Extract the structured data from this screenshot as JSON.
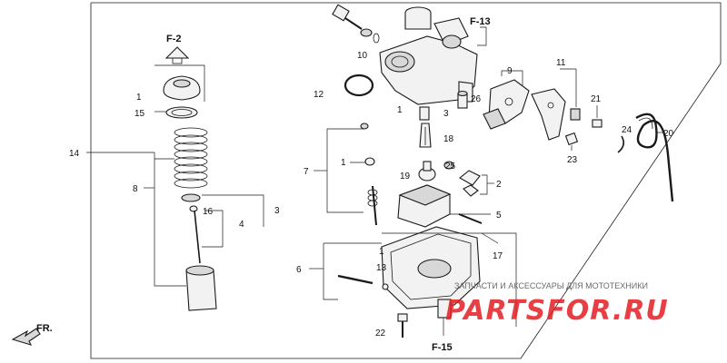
{
  "references": {
    "f2": "F-2",
    "f13": "F-13",
    "f15": "F-15",
    "front": "FR."
  },
  "callouts": [
    "1",
    "15",
    "14",
    "8",
    "16",
    "3",
    "4",
    "10",
    "12",
    "1",
    "3",
    "18",
    "1",
    "7",
    "19",
    "25",
    "26",
    "9",
    "11",
    "21",
    "24",
    "20",
    "23",
    "2",
    "5",
    "17",
    "6",
    "1",
    "13",
    "22"
  ],
  "watermark": {
    "tagline": "ЗАПЧАСТИ И АКСЕССУАРЫ ДЛЯ МОТОТЕХНИКИ",
    "logo": "PARTSFOR.RU",
    "logo_color": "#e31e24"
  }
}
